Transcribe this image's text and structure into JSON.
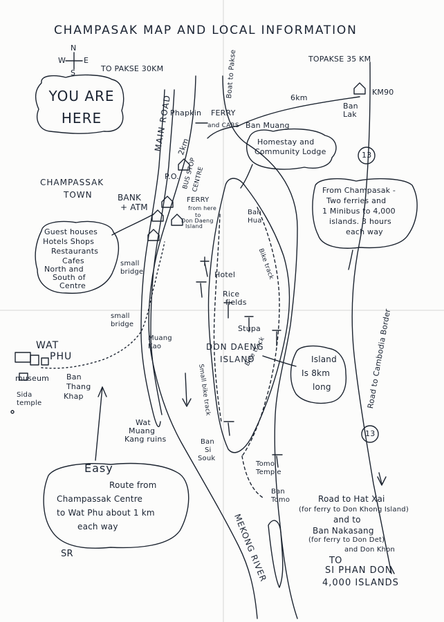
{
  "map": {
    "title": "CHAMPASAK MAP AND LOCAL INFORMATION",
    "compass": {
      "n": "N",
      "s": "S",
      "e": "E",
      "w": "W"
    },
    "you_are_here": [
      "YOU ARE",
      "HERE"
    ],
    "to_pakse_30": "TO PAKSE 30KM",
    "to_pakse_35": "TOPAKSE 35 KM",
    "main_road": "MAIN ROAD",
    "boat_to_pakse": "Boat to Pakse",
    "phapkin": "Phapkin",
    "ferry_north": "FERRY",
    "and_cars": "and CARS",
    "ban_muang": "Ban Muang",
    "six_km": "6km",
    "km90": "KM90",
    "ban_lak": [
      "Ban",
      "Lak"
    ],
    "road_13": "13",
    "homestay": [
      "Homestay and",
      "Community Lodge"
    ],
    "two_km": "2km",
    "po": "P.O.",
    "bus_stop": "BUS STOP",
    "centre": "CENTRE",
    "ferry_from": [
      "FERRY",
      "from here",
      "to",
      "Don Daeng",
      "Island"
    ],
    "champassak_town": [
      "CHAMPASSAK",
      "TOWN"
    ],
    "bank_atm": [
      "BANK",
      "+ ATM"
    ],
    "guesthouses": [
      "Guest houses",
      "Hotels Shops",
      "Restaurants",
      "Cafes",
      "North and",
      "South of",
      "Centre"
    ],
    "small_bridge_1": [
      "small",
      "bridge"
    ],
    "small_bridge_2": [
      "small",
      "bridge"
    ],
    "ban_hua": [
      "Ban",
      "Hua"
    ],
    "bike_track_top": "Bike track",
    "hotel": "Hotel",
    "rice_fields": [
      "Rice",
      "fields"
    ],
    "stupa": "Stupa",
    "don_daeng_island": [
      "DON DAENG",
      "ISLAND"
    ],
    "island_info": [
      "Island",
      "Is 8km",
      "long"
    ],
    "from_champasak": [
      "From Champasak -",
      "Two ferries and",
      "1 Minibus to 4,000",
      "islands. 3 hours",
      "each way"
    ],
    "road_to_cambodia": "Road to Cambodia Border",
    "road_13b": "13",
    "wat_phu": [
      "WAT",
      "PHU"
    ],
    "museum": "museum",
    "sida_temple": [
      "Sida",
      "temple"
    ],
    "ban_thang_khap": [
      "Ban",
      "Thang",
      "Khap"
    ],
    "muang_kao": [
      "Muang",
      "Kao"
    ],
    "wat_muang_kang": [
      "Wat",
      "Muang",
      "Kang ruins"
    ],
    "small_bike_track": "Small bike track",
    "bike_track_bottom": "Bike track",
    "ban_si_souk": [
      "Ban",
      "Si",
      "Souk"
    ],
    "tomo_temple": [
      "Tomo",
      "Temple"
    ],
    "ban_tomo": [
      "Ban",
      "Tomo"
    ],
    "easy": "Easy",
    "route_note": [
      "Route from",
      "Champassak Centre",
      "to Wat Phu about 1 km",
      "each way"
    ],
    "road_to_hatxai": [
      "Road to Hat Xai",
      "(for ferry to Don Khong Island)",
      "and to",
      "Ban Nakasang",
      "(for ferry to Don Det)",
      "and Don Khon"
    ],
    "to_si_phan_don": [
      "TO",
      "SI PHAN DON",
      "4,000 ISLANDS"
    ],
    "mekong_river": "MEKONG RIVER",
    "initials": "SR"
  }
}
